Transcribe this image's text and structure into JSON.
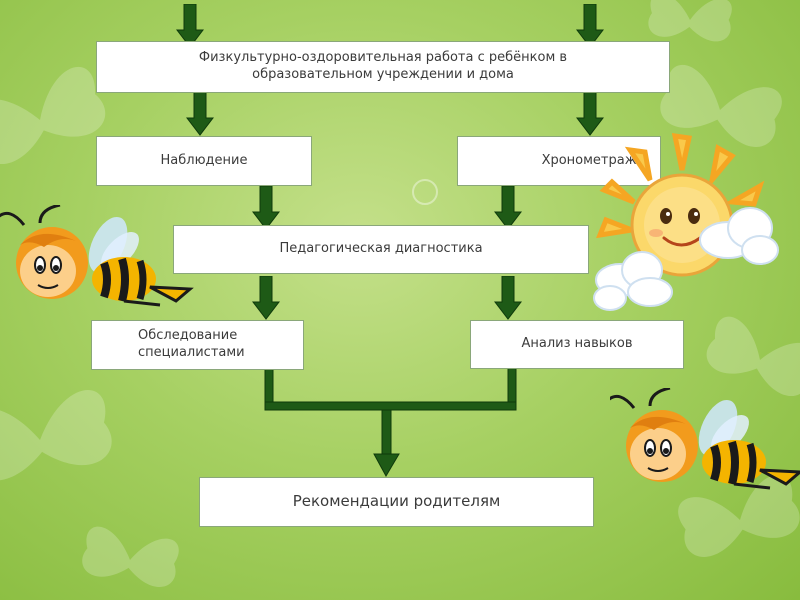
{
  "flowchart": {
    "top": "Физкультурно-оздоровительная работа с ребёнком в образовательном учреждении и дома",
    "observation": "Наблюдение",
    "timing": "Хронометраж",
    "diagnostics": "Педагогическая диагностика",
    "specialists": "Обследование специалистами",
    "skills": "Анализ навыков",
    "recommendations": "Рекомендации родителям"
  },
  "colors": {
    "arrow_fill": "#1e5a16",
    "box_border": "#8aa77a",
    "background": "#a6d062"
  },
  "decorations": [
    "butterfly-silhouette",
    "bee-cartoon",
    "sun-with-clouds"
  ]
}
